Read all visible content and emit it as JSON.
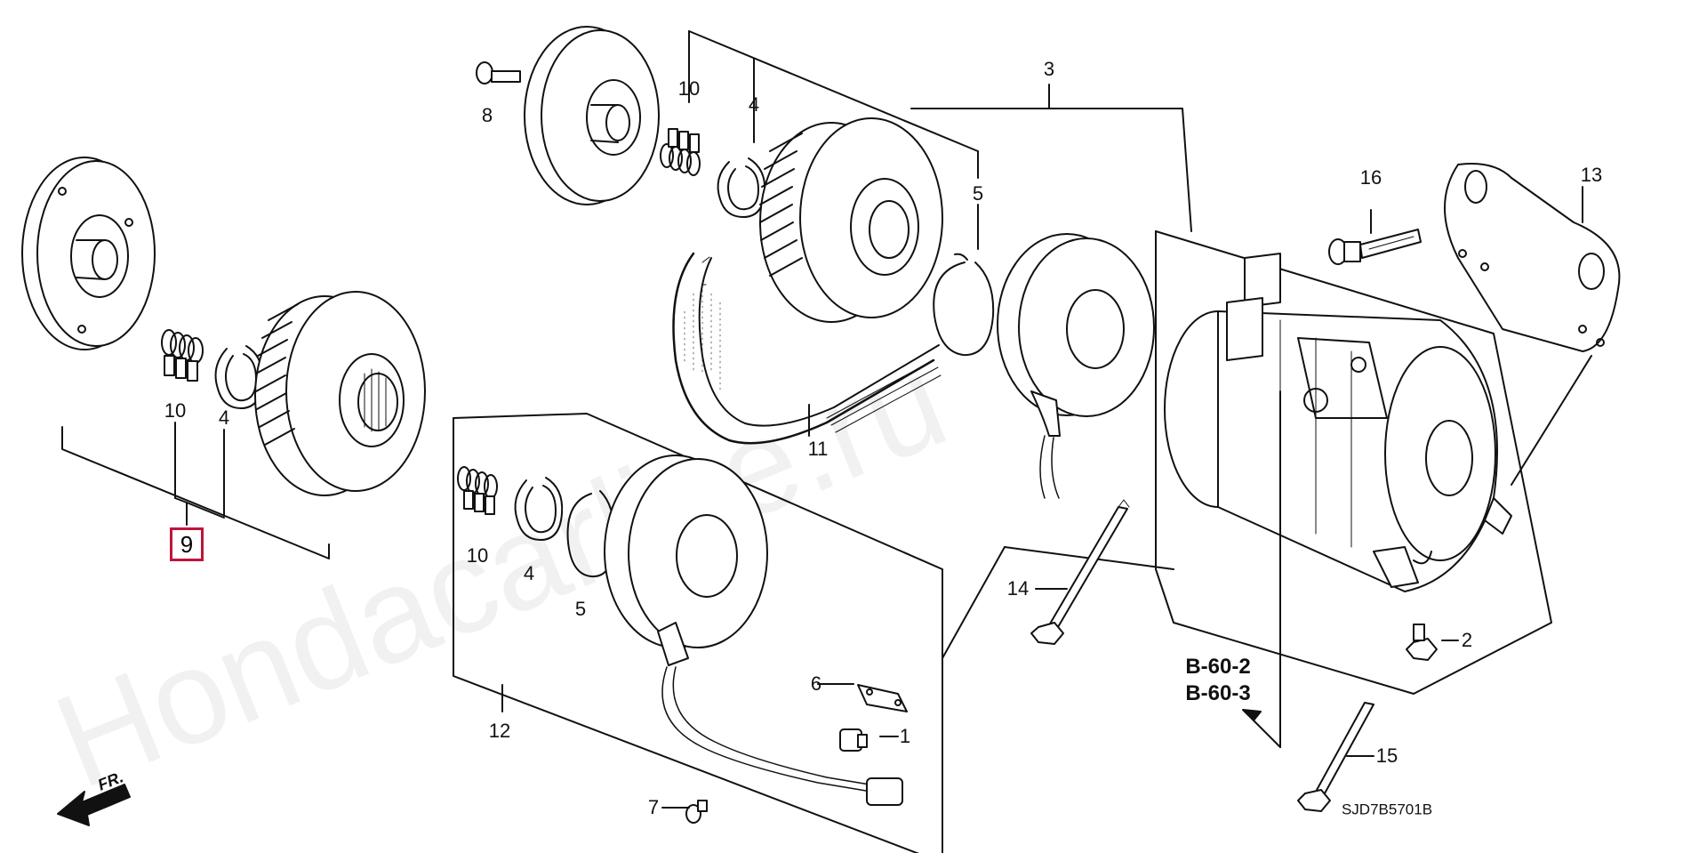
{
  "watermark": "Hondacarline.ru",
  "diagram_code": "SJD7B5701B",
  "front_label": "FR.",
  "refs": [
    "B-60-2",
    "B-60-3"
  ],
  "highlight_color": "#c0143c",
  "callouts": {
    "c1": "1",
    "c2": "2",
    "c3": "3",
    "c4a": "4",
    "c4b": "4",
    "c4c": "4",
    "c5a": "5",
    "c5b": "5",
    "c6": "6",
    "c7": "7",
    "c8": "8",
    "c9": "9",
    "c10a": "10",
    "c10b": "10",
    "c10c": "10",
    "c11": "11",
    "c12": "12",
    "c13": "13",
    "c14": "14",
    "c15": "15",
    "c16": "16"
  }
}
